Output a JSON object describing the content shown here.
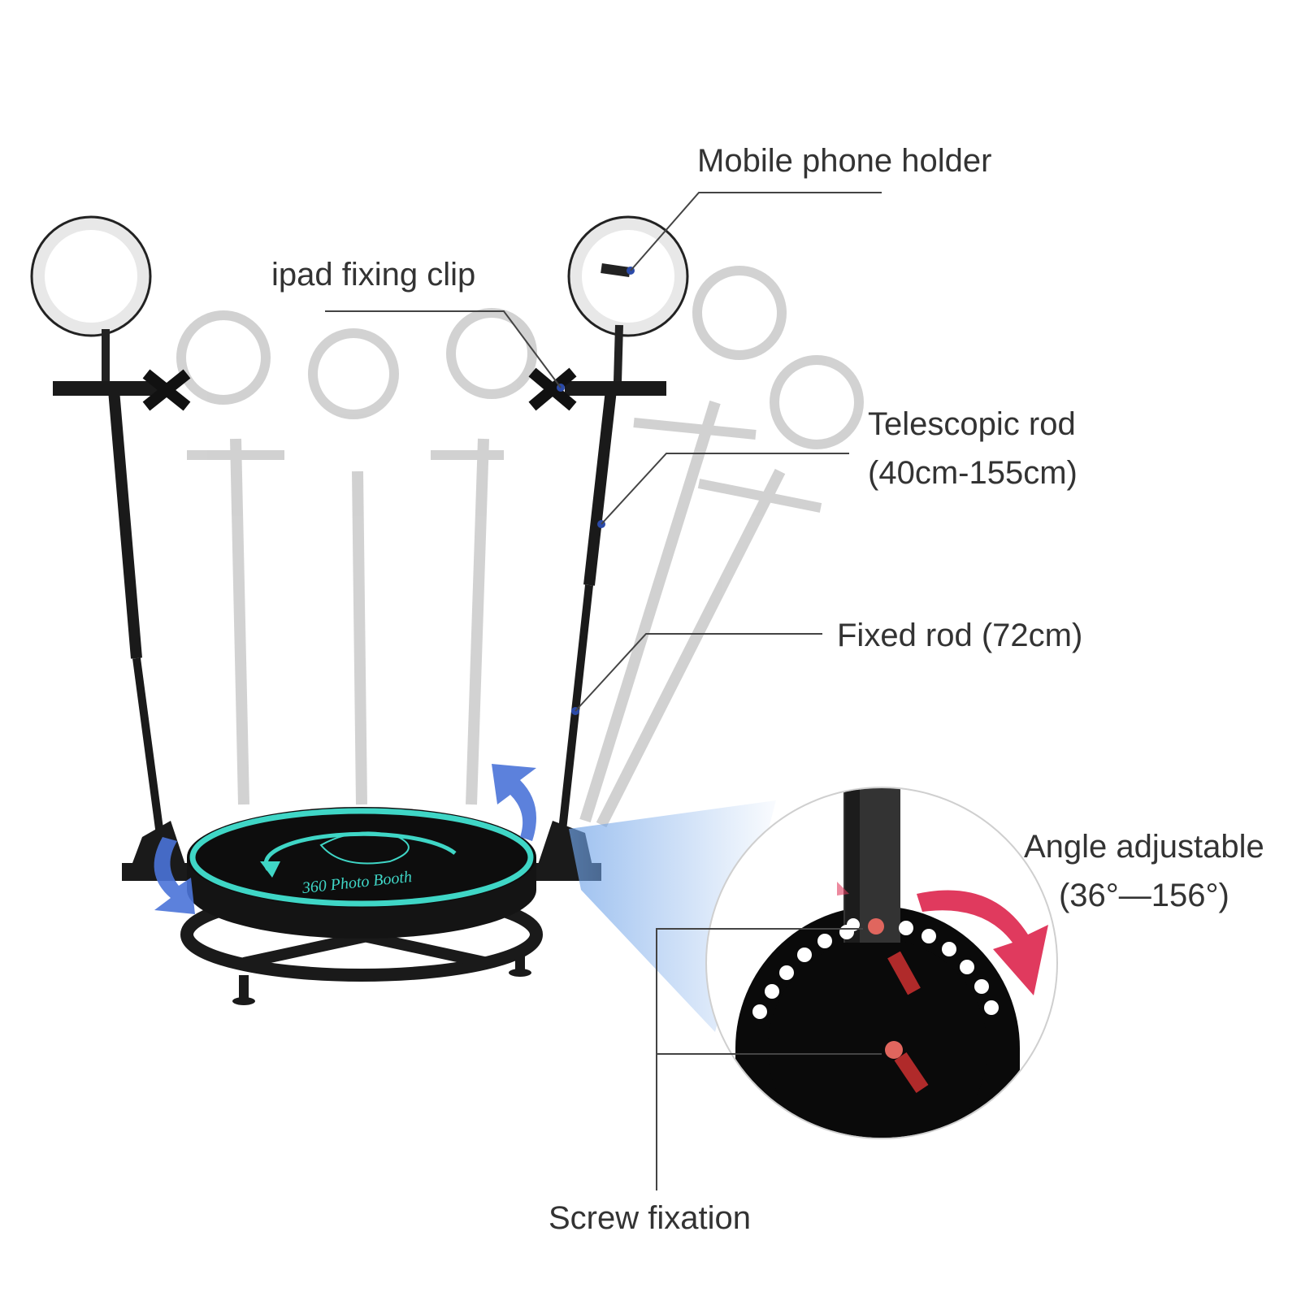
{
  "labels": {
    "mobile_phone_holder": "Mobile phone holder",
    "ipad_fixing_clip": "ipad fixing clip",
    "telescopic_rod": [
      "Telescopic rod",
      "(40cm-155cm)"
    ],
    "fixed_rod": "Fixed rod (72cm)",
    "angle_adjustable": [
      "Angle adjustable",
      "(36°—156°)"
    ],
    "screw_fixation": "Screw fixation"
  },
  "platform_text": "360 Photo Booth",
  "colors": {
    "label_text": "#333333",
    "leader_line": "#444444",
    "platform_ring": "#3fd6c6",
    "rotation_arrow": "#4a73d8",
    "angle_arrow": "#e03a5e",
    "screw_marker": "#e0665e",
    "zoom_glow": "#6fa3e8"
  }
}
